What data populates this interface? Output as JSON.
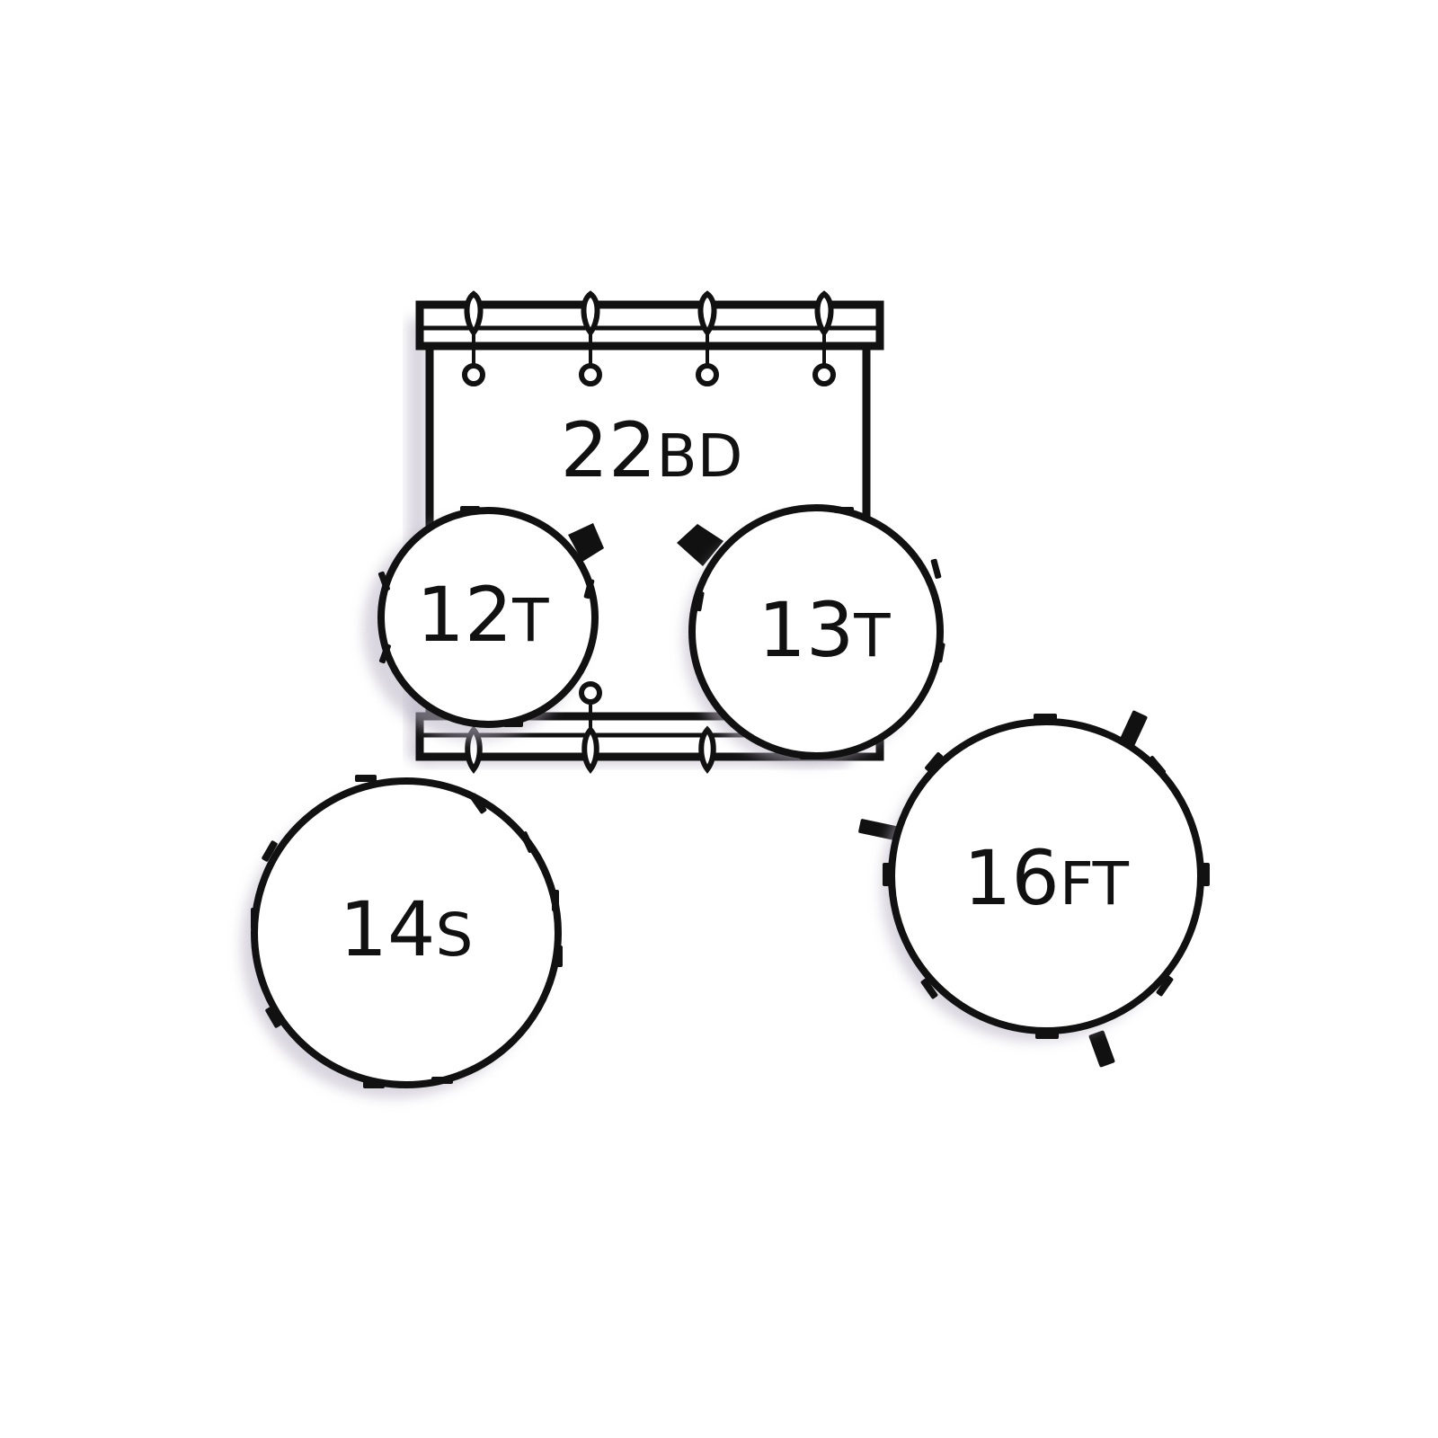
{
  "diagram": {
    "kind": "drum-kit-layout",
    "colors": {
      "outline": "#111111",
      "fill": "#ffffff",
      "shadow": "#b9b3c4",
      "background": "#ffffff"
    },
    "drums": [
      {
        "id": "bass-drum",
        "number": "22",
        "suffix": "BD"
      },
      {
        "id": "tom-12",
        "number": "12",
        "suffix": "T"
      },
      {
        "id": "tom-13",
        "number": "13",
        "suffix": "T"
      },
      {
        "id": "snare-14",
        "number": "14",
        "suffix": "S"
      },
      {
        "id": "floor-tom-16",
        "number": "16",
        "suffix": "FT"
      }
    ]
  }
}
